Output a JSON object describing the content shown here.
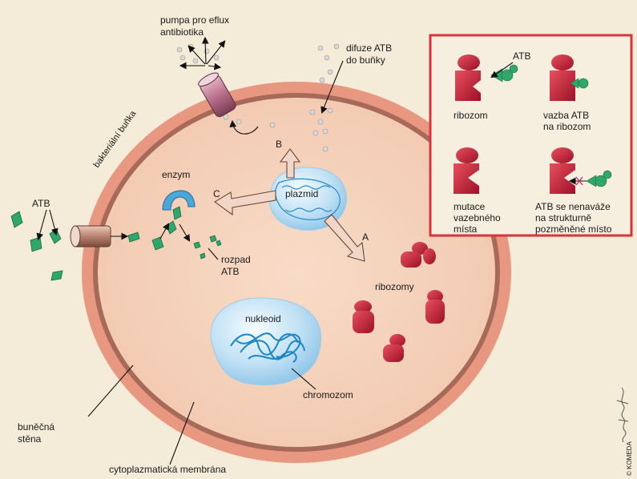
{
  "labels": {
    "efflux_pump": [
      "pumpa pro eflux",
      "antibiotika"
    ],
    "diffusion": [
      "difuze ATB",
      "do buňky"
    ],
    "bacterial_cell": "bakteriální buňka",
    "enzyme": "enzym",
    "atb_outside": "ATB",
    "atb_breakdown": [
      "rozpad",
      "ATB"
    ],
    "plasmid": "plazmid",
    "ribosomes": "ribozomy",
    "nucleoid": "nukleoid",
    "chromosome": "chromozom",
    "cell_wall": [
      "buněčná",
      "stěna"
    ],
    "membrane": "cytoplazmatická membrána",
    "path_a": "A",
    "path_b": "B",
    "path_c": "C"
  },
  "inset": {
    "atb_label": "ATB",
    "ribosome": "ribozom",
    "atb_binding": [
      "vazba ATB",
      "na ribozom"
    ],
    "mutation": [
      "mutace",
      "vazebného",
      "místa"
    ],
    "no_binding": [
      "ATB se nenaváže",
      "na strukturně",
      "pozměněné místo"
    ]
  },
  "credit": "© KOMEDA",
  "colors": {
    "background": "#f4ecd8",
    "cell_wall": "#e89880",
    "cytoplasm": "#f5d2bc",
    "membrane": "#a86a58",
    "ribosome": "#c8203a",
    "antibiotic": "#2fa66a",
    "inset_border": "#d8343c",
    "inset_fill": "#f6efdf"
  }
}
